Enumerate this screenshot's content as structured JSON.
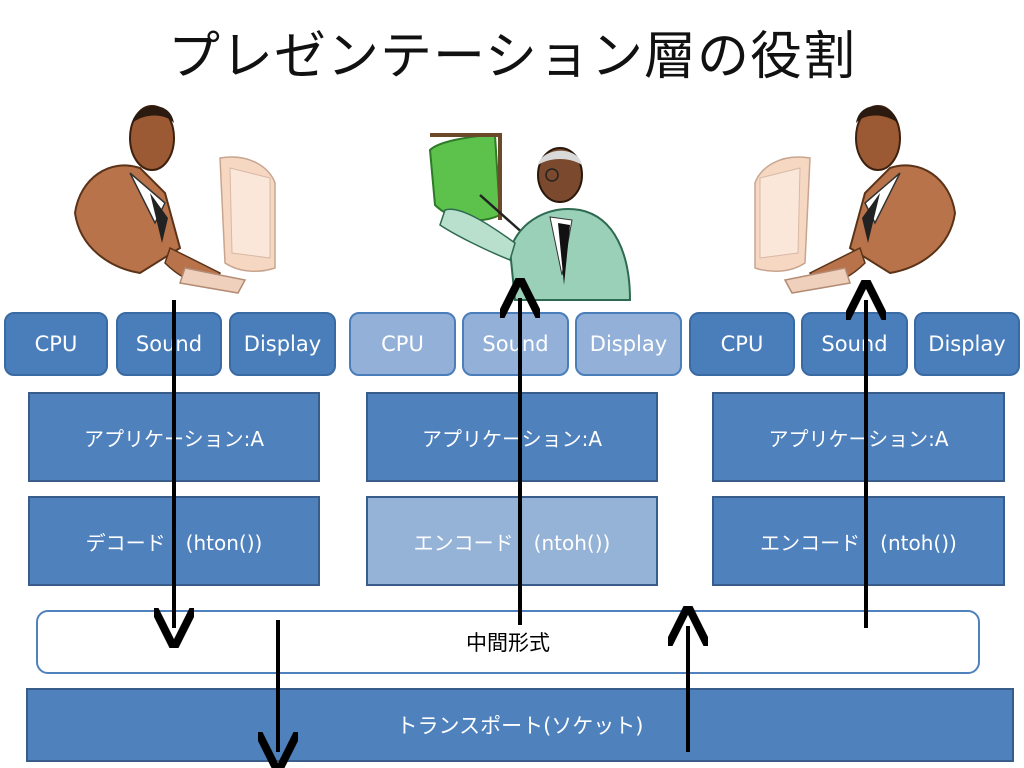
{
  "title": "プレゼンテーション層の役割",
  "hardware_labels": {
    "cpu": "CPU",
    "sound": "Sound",
    "display": "Display"
  },
  "left": {
    "app": "アプリケーション:A",
    "codec": "デコード　(hton())"
  },
  "center": {
    "app": "アプリケーション:A",
    "codec": "エンコード　(ntoh())"
  },
  "right": {
    "app": "アプリケーション:A",
    "codec": "エンコード　(ntoh())"
  },
  "intermediate": "中間形式",
  "transport": "トランスポート(ソケット)",
  "colors": {
    "dark_block": "#4f81bd",
    "light_block": "#95b3d7",
    "border": "#385d8a"
  }
}
